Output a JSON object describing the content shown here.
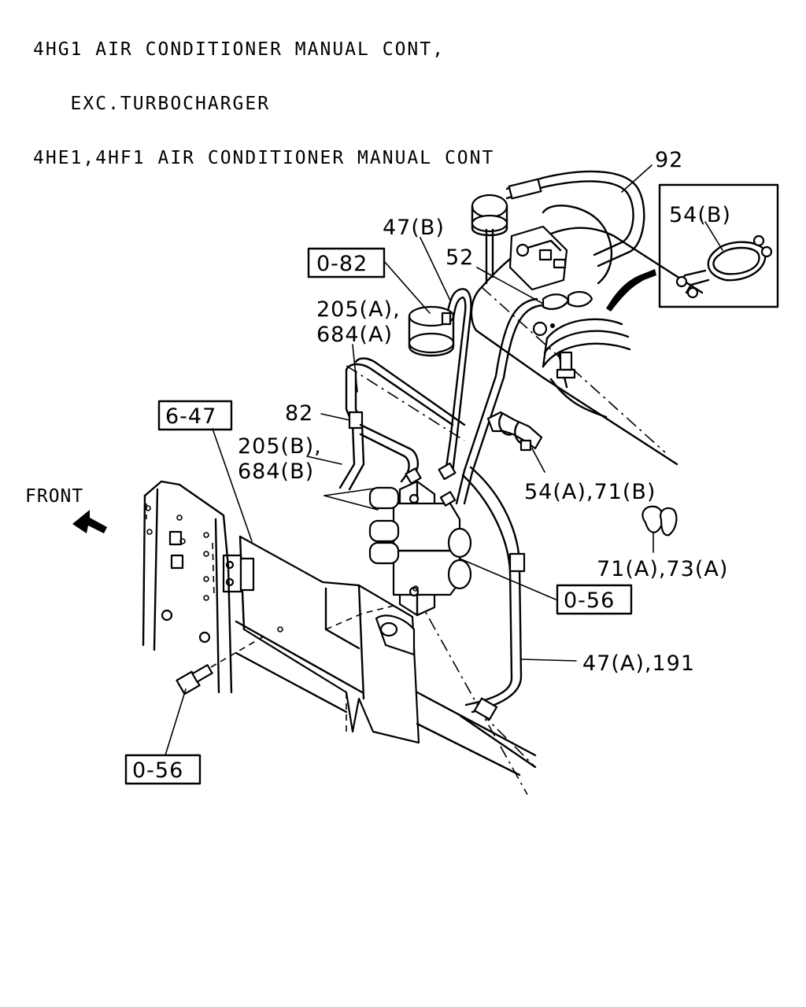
{
  "header": {
    "line1": "4HG1 AIR CONDITIONER MANUAL CONT,",
    "line2": "   EXC.TURBOCHARGER",
    "line3": "4HE1,4HF1 AIR CONDITIONER MANUAL CONT"
  },
  "labels": {
    "p92": "92",
    "p54b": "54(B)",
    "p47b": "47(B)",
    "p52": "52",
    "p205a": "205(A),",
    "p684a": "684(A)",
    "p82": "82",
    "p205b": "205(B),",
    "p684b": "684(B)",
    "p54a71b": "54(A),71(B)",
    "p71a73a": "71(A),73(A)",
    "p47a191": "47(A),191",
    "front": "FRONT"
  },
  "refs": {
    "r082": "0-82",
    "r647": "6-47",
    "r056a": "0-56",
    "r056b": "0-56"
  },
  "colors": {
    "ink": "#000000",
    "paper": "#ffffff"
  }
}
